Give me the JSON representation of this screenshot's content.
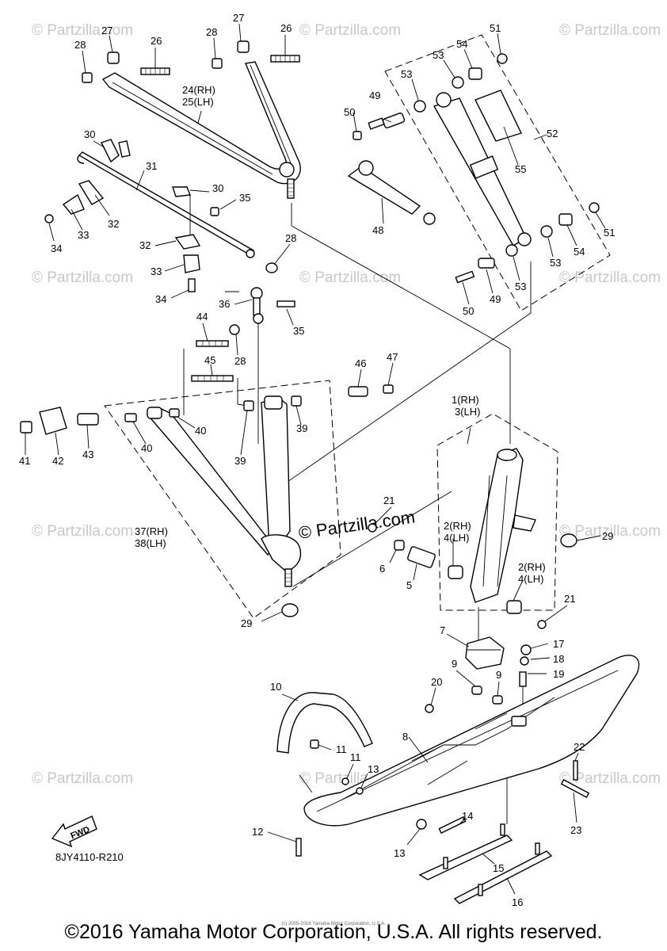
{
  "watermark": "© Partzilla.com",
  "watermark_center": "© Partzilla.com",
  "fwd_label": "FWD",
  "drawing_code": "8JY4110-R210",
  "copyright": "©2016 Yamaha Motor Corporation, U.S.A. All rights reserved.",
  "copyright_small": "(c) 2005-2016 Yamaha Motor Corporation, U.S.A.",
  "callouts": [
    {
      "id": "1-rh",
      "text": "1(RH)"
    },
    {
      "id": "3-lh",
      "text": "3(LH)"
    },
    {
      "id": "2-rh-a",
      "text": "2(RH)"
    },
    {
      "id": "4-lh-a",
      "text": "4(LH)"
    },
    {
      "id": "2-rh-b",
      "text": "2(RH)"
    },
    {
      "id": "4-lh-b",
      "text": "4(LH)"
    },
    {
      "id": "5",
      "text": "5"
    },
    {
      "id": "6",
      "text": "6"
    },
    {
      "id": "7",
      "text": "7"
    },
    {
      "id": "8",
      "text": "8"
    },
    {
      "id": "9-a",
      "text": "9"
    },
    {
      "id": "9-b",
      "text": "9"
    },
    {
      "id": "10",
      "text": "10"
    },
    {
      "id": "11-a",
      "text": "11"
    },
    {
      "id": "11-b",
      "text": "11"
    },
    {
      "id": "12",
      "text": "12"
    },
    {
      "id": "13-a",
      "text": "13"
    },
    {
      "id": "13-b",
      "text": "13"
    },
    {
      "id": "14",
      "text": "14"
    },
    {
      "id": "15",
      "text": "15"
    },
    {
      "id": "16",
      "text": "16"
    },
    {
      "id": "17",
      "text": "17"
    },
    {
      "id": "18",
      "text": "18"
    },
    {
      "id": "19",
      "text": "19"
    },
    {
      "id": "20",
      "text": "20"
    },
    {
      "id": "21-a",
      "text": "21"
    },
    {
      "id": "21-b",
      "text": "21"
    },
    {
      "id": "22",
      "text": "22"
    },
    {
      "id": "23",
      "text": "23"
    },
    {
      "id": "24-rh",
      "text": "24(RH)"
    },
    {
      "id": "25-lh",
      "text": "25(LH)"
    },
    {
      "id": "26-a",
      "text": "26"
    },
    {
      "id": "26-b",
      "text": "26"
    },
    {
      "id": "27-a",
      "text": "27"
    },
    {
      "id": "27-b",
      "text": "27"
    },
    {
      "id": "28-a",
      "text": "28"
    },
    {
      "id": "28-b",
      "text": "28"
    },
    {
      "id": "28-c",
      "text": "28"
    },
    {
      "id": "28-d",
      "text": "28"
    },
    {
      "id": "29-a",
      "text": "29"
    },
    {
      "id": "29-b",
      "text": "29"
    },
    {
      "id": "30-a",
      "text": "30"
    },
    {
      "id": "30-b",
      "text": "30"
    },
    {
      "id": "31",
      "text": "31"
    },
    {
      "id": "32-a",
      "text": "32"
    },
    {
      "id": "32-b",
      "text": "32"
    },
    {
      "id": "33-a",
      "text": "33"
    },
    {
      "id": "33-b",
      "text": "33"
    },
    {
      "id": "34-a",
      "text": "34"
    },
    {
      "id": "34-b",
      "text": "34"
    },
    {
      "id": "35-a",
      "text": "35"
    },
    {
      "id": "35-b",
      "text": "35"
    },
    {
      "id": "36",
      "text": "36"
    },
    {
      "id": "37-rh",
      "text": "37(RH)"
    },
    {
      "id": "38-lh",
      "text": "38(LH)"
    },
    {
      "id": "39-a",
      "text": "39"
    },
    {
      "id": "39-b",
      "text": "39"
    },
    {
      "id": "40-a",
      "text": "40"
    },
    {
      "id": "40-b",
      "text": "40"
    },
    {
      "id": "41",
      "text": "41"
    },
    {
      "id": "42",
      "text": "42"
    },
    {
      "id": "43",
      "text": "43"
    },
    {
      "id": "44",
      "text": "44"
    },
    {
      "id": "45",
      "text": "45"
    },
    {
      "id": "46",
      "text": "46"
    },
    {
      "id": "47",
      "text": "47"
    },
    {
      "id": "48",
      "text": "48"
    },
    {
      "id": "49-a",
      "text": "49"
    },
    {
      "id": "49-b",
      "text": "49"
    },
    {
      "id": "50-a",
      "text": "50"
    },
    {
      "id": "50-b",
      "text": "50"
    },
    {
      "id": "51-a",
      "text": "51"
    },
    {
      "id": "51-b",
      "text": "51"
    },
    {
      "id": "52",
      "text": "52"
    },
    {
      "id": "53-a",
      "text": "53"
    },
    {
      "id": "53-b",
      "text": "53"
    },
    {
      "id": "53-c",
      "text": "53"
    },
    {
      "id": "53-d",
      "text": "53"
    },
    {
      "id": "54-a",
      "text": "54"
    },
    {
      "id": "54-b",
      "text": "54"
    },
    {
      "id": "55",
      "text": "55"
    }
  ]
}
